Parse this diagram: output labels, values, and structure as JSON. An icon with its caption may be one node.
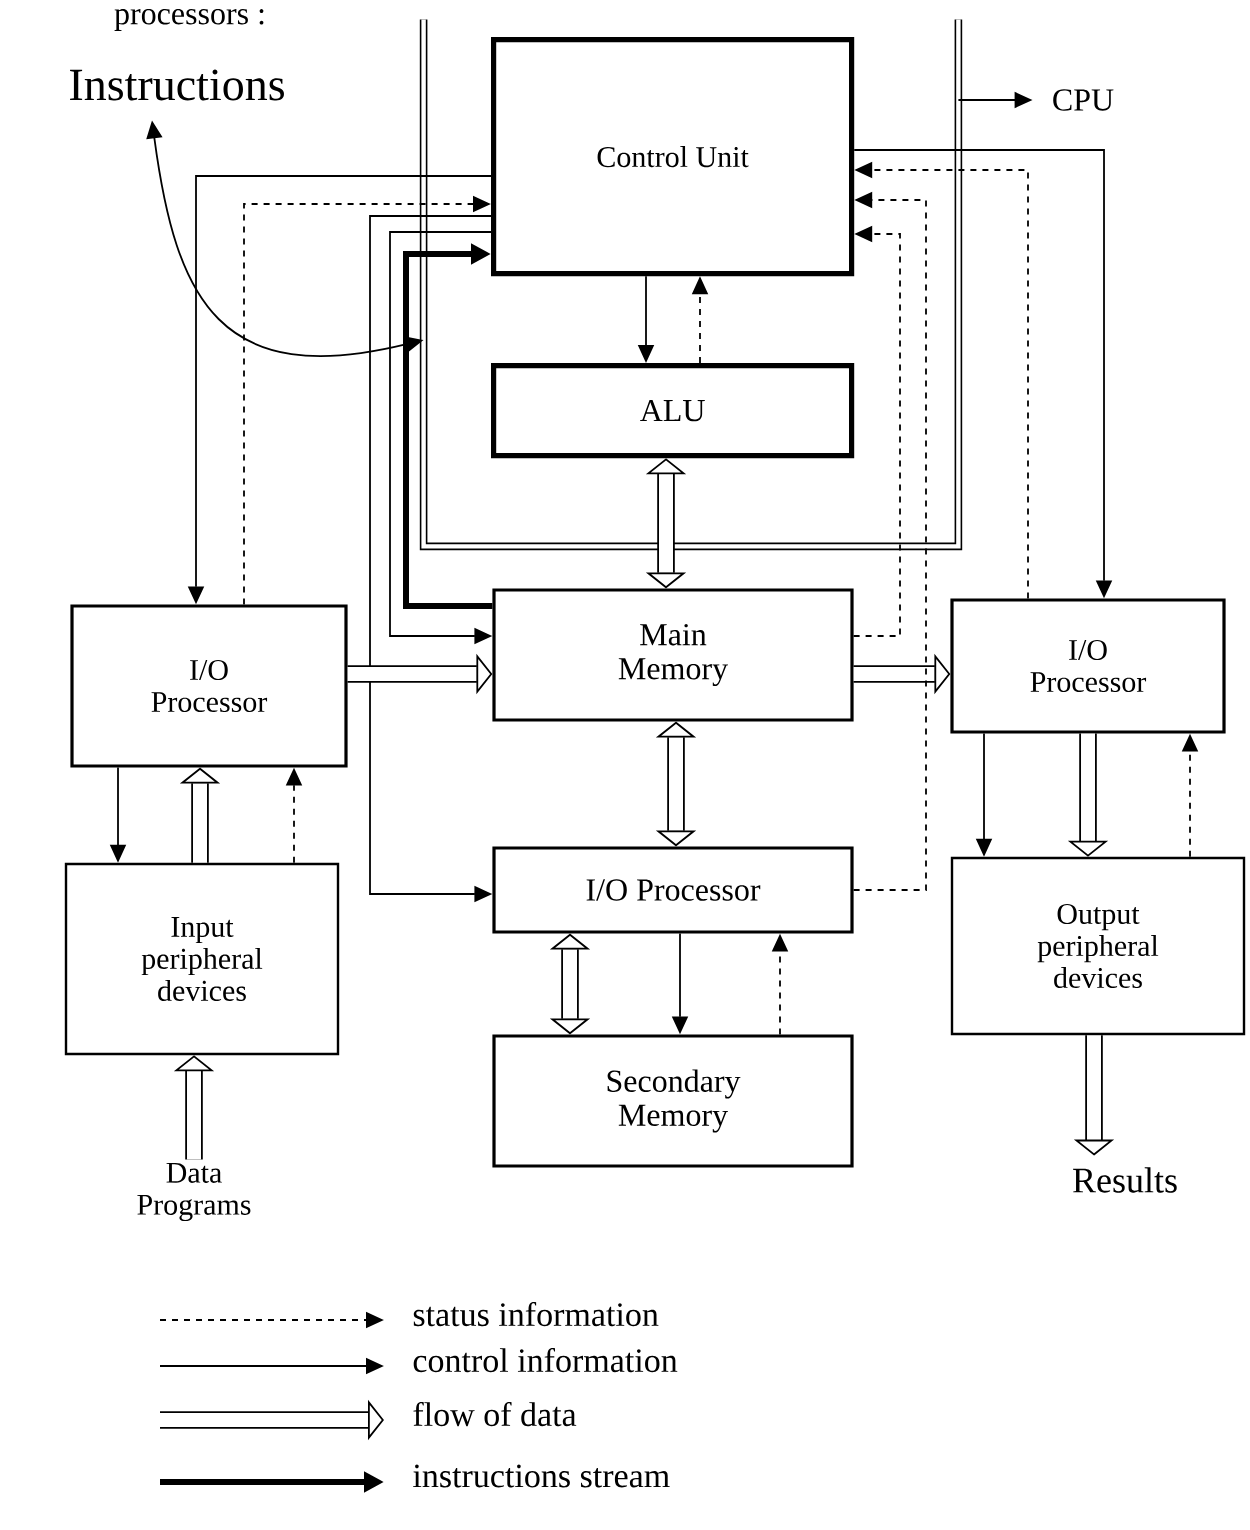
{
  "diagram": {
    "nodes": [
      {
        "text": [],
        "shape": "box"
      },
      {
        "text": [
          "Control Unit"
        ],
        "in": 0
      },
      {
        "text": [
          "ALU"
        ],
        "in": 0
      },
      {
        "text": [
          "I/O Processor"
        ]
      },
      {
        "text": [
          "Main Memory"
        ]
      },
      {
        "text": [
          "I/O Processor"
        ]
      },
      {
        "text": [
          "Input peripheral devices"
        ]
      },
      {
        "text": [
          "I/O Processor"
        ]
      },
      {
        "text": [
          "Output peripheral devices"
        ]
      },
      {
        "text": [
          "Secondary Memory"
        ]
      },
      {
        "text": [
          "Instructions"
        ]
      },
      {
        "text": [
          "CPU"
        ]
      },
      {
        "text": [
          "Data Programs"
        ]
      },
      {
        "text": [
          "Results"
        ]
      }
    ],
    "edges": [
      {
        "from": 1,
        "to": 3,
        "arrow": "to"
      },
      {
        "from": 3,
        "to": 1,
        "arrow": "to",
        "style": "dashed"
      },
      {
        "from": 1,
        "to": 7,
        "arrow": "to"
      },
      {
        "from": 1,
        "to": 4,
        "arrow": "to"
      },
      {
        "from": 4,
        "to": 1,
        "arrow": "to",
        "style": "thick"
      },
      {
        "from": 10,
        "to": 0,
        "arrow": "both"
      },
      {
        "from": 1,
        "to": 2,
        "arrow": "to"
      },
      {
        "from": 2,
        "to": 1,
        "arrow": "to",
        "style": "dashed"
      },
      {
        "from": 2,
        "to": 4,
        "arrow": "both",
        "style": "thick"
      },
      {
        "from": 3,
        "to": 4,
        "arrow": "to",
        "style": "thick"
      },
      {
        "from": 4,
        "to": 5,
        "arrow": "to",
        "style": "thick"
      },
      {
        "from": 4,
        "to": 7,
        "arrow": "both",
        "style": "thick"
      },
      {
        "from": 1,
        "to": 5,
        "arrow": "to"
      },
      {
        "from": 5,
        "to": 1,
        "arrow": "to",
        "style": "dashed"
      },
      {
        "from": 4,
        "to": 1,
        "arrow": "to",
        "style": "dashed"
      },
      {
        "from": 7,
        "to": 1,
        "arrow": "to",
        "style": "dashed"
      },
      {
        "from": 3,
        "to": 6,
        "arrow": "to"
      },
      {
        "from": 6,
        "to": 3,
        "arrow": "to",
        "style": "thick"
      },
      {
        "from": 6,
        "to": 3,
        "arrow": "to",
        "style": "dashed"
      },
      {
        "from": 12,
        "to": 6,
        "arrow": "to",
        "style": "thick"
      },
      {
        "from": 7,
        "to": 9,
        "arrow": "both",
        "style": "thick"
      },
      {
        "from": 7,
        "to": 9,
        "arrow": "to"
      },
      {
        "from": 9,
        "to": 7,
        "arrow": "to",
        "style": "dashed"
      },
      {
        "from": 5,
        "to": 8,
        "arrow": "to"
      },
      {
        "from": 5,
        "to": 8,
        "arrow": "to",
        "style": "thick"
      },
      {
        "from": 8,
        "to": 5,
        "arrow": "to",
        "style": "dashed"
      },
      {
        "from": 8,
        "to": 13,
        "arrow": "to",
        "style": "thick"
      },
      {
        "from": 0,
        "to": 11,
        "arrow": "to"
      }
    ],
    "labels": [
      "processors :"
    ],
    "legend": [
      {
        "text": "status information"
      },
      {
        "text": "control information"
      },
      {
        "text": "flow of data"
      },
      {
        "text": "instructions stream"
      }
    ]
  }
}
